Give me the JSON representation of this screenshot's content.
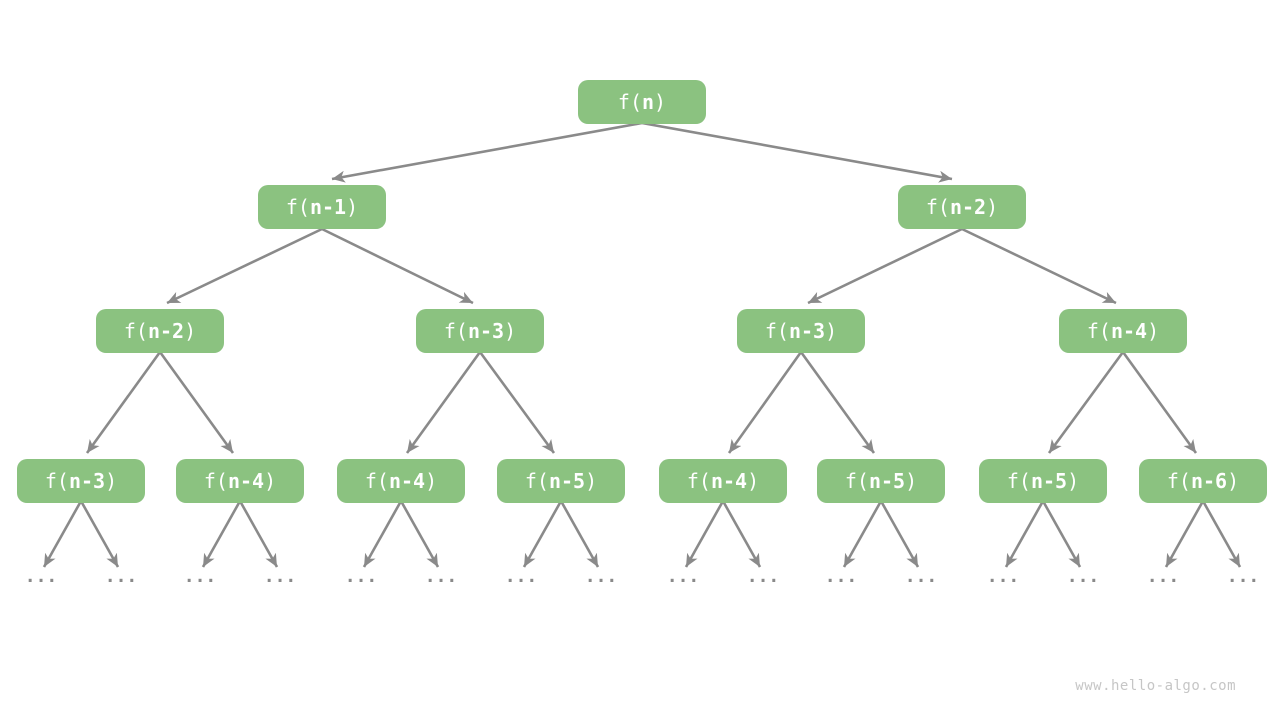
{
  "page": {
    "watermark": "www.hello-algo.com"
  },
  "colors": {
    "background": "#ffffff",
    "node_fill": "#8bc280",
    "node_text": "#ffffff",
    "edge": "#8a8a8a",
    "leaf_dots": "#8a8a8a",
    "watermark_text": "#c6c6c6"
  },
  "tree": {
    "leaf_label": "...",
    "levels": [
      {
        "nodes": [
          {
            "prefix": "f(",
            "arg": "n",
            "suffix": ")"
          }
        ]
      },
      {
        "nodes": [
          {
            "prefix": "f(",
            "arg": "n-1",
            "suffix": ")"
          },
          {
            "prefix": "f(",
            "arg": "n-2",
            "suffix": ")"
          }
        ]
      },
      {
        "nodes": [
          {
            "prefix": "f(",
            "arg": "n-2",
            "suffix": ")"
          },
          {
            "prefix": "f(",
            "arg": "n-3",
            "suffix": ")"
          },
          {
            "prefix": "f(",
            "arg": "n-3",
            "suffix": ")"
          },
          {
            "prefix": "f(",
            "arg": "n-4",
            "suffix": ")"
          }
        ]
      },
      {
        "nodes": [
          {
            "prefix": "f(",
            "arg": "n-3",
            "suffix": ")"
          },
          {
            "prefix": "f(",
            "arg": "n-4",
            "suffix": ")"
          },
          {
            "prefix": "f(",
            "arg": "n-4",
            "suffix": ")"
          },
          {
            "prefix": "f(",
            "arg": "n-5",
            "suffix": ")"
          },
          {
            "prefix": "f(",
            "arg": "n-4",
            "suffix": ")"
          },
          {
            "prefix": "f(",
            "arg": "n-5",
            "suffix": ")"
          },
          {
            "prefix": "f(",
            "arg": "n-5",
            "suffix": ")"
          },
          {
            "prefix": "f(",
            "arg": "n-6",
            "suffix": ")"
          }
        ]
      }
    ]
  }
}
